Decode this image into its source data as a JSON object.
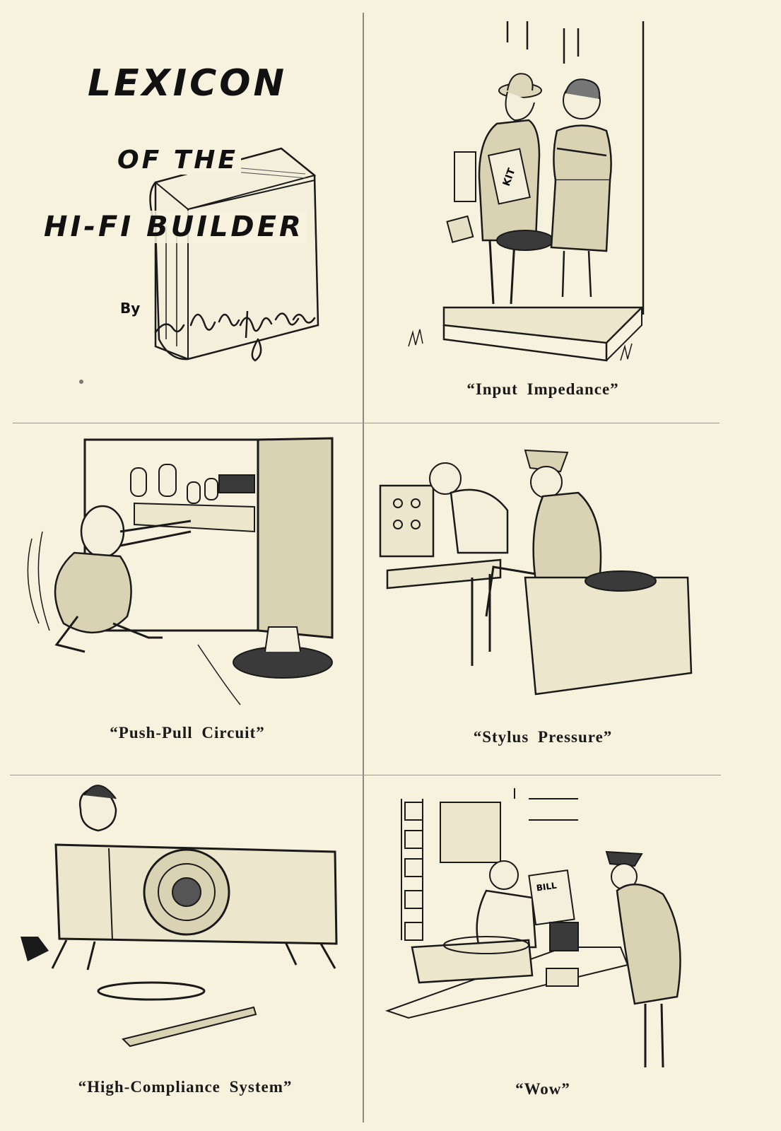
{
  "title": {
    "line1": "LEXICON",
    "line2": "OF THE",
    "line3": "HI-FI BUILDER",
    "by": "By",
    "signature": "rodrigues"
  },
  "captions": {
    "input_impedance": "“Input Impedance”",
    "push_pull": "“Push-Pull Circuit”",
    "stylus_pressure": "“Stylus Pressure”",
    "high_compliance": "“High-Compliance System”",
    "wow": "“Wow”"
  },
  "cartoon_text": {
    "kit_box": "KIT",
    "bill": "BILL"
  },
  "colors": {
    "paper": "#f6f2de",
    "ink": "#1a1a1a",
    "rule": "#9a9a90"
  }
}
